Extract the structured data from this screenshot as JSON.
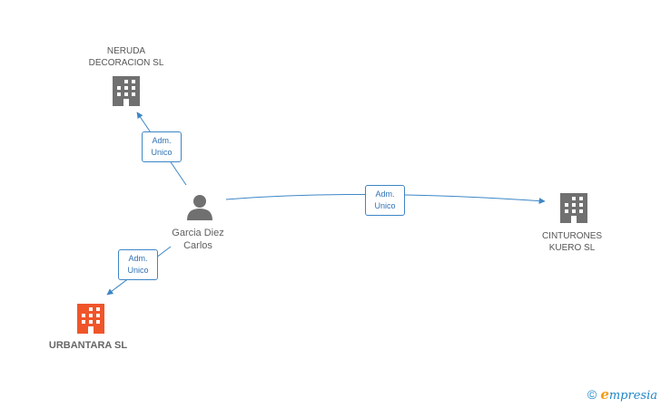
{
  "nodes": {
    "neruda": {
      "label": "NERUDA\nDECORACION SL",
      "icon": "building-icon",
      "color": "#707070"
    },
    "person": {
      "label": "Garcia Diez\nCarlos",
      "icon": "person-icon",
      "color": "#707070"
    },
    "cinturones": {
      "label": "CINTURONES\nKUERO SL",
      "icon": "building-icon",
      "color": "#707070"
    },
    "urbantara": {
      "label": "URBANTARA SL",
      "icon": "building-icon",
      "color": "#f0552a"
    }
  },
  "edges": [
    {
      "from": "person",
      "to": "neruda",
      "label": "Adm.\nUnico"
    },
    {
      "from": "person",
      "to": "cinturones",
      "label": "Adm.\nUnico"
    },
    {
      "from": "person",
      "to": "urbantara",
      "label": "Adm.\nUnico"
    }
  ],
  "colors": {
    "edge": "#3d86c6"
  },
  "brand": {
    "copyright": "©",
    "e": "e",
    "rest": "mpresia"
  }
}
